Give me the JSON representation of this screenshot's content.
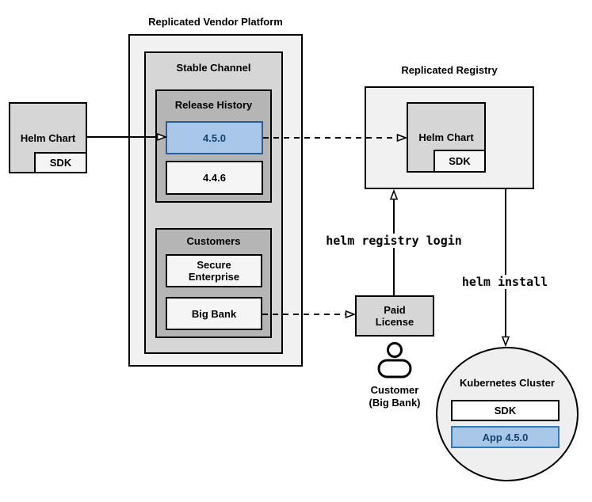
{
  "colors": {
    "background": "#ffffff",
    "frame_light_gray": "#f1f1f1",
    "frame_medium_gray": "#d6d6d6",
    "frame_dark_gray": "#b5b5b5",
    "sub_box_gray": "#f5f5f5",
    "cluster_fill": "#efefef",
    "highlight_blue_fill": "#a9c7e8",
    "highlight_blue_border": "#2a5e9b",
    "app_blue_border": "#2e79bd",
    "highlight_blue_text": "#16426e",
    "line_black": "#000000"
  },
  "source": {
    "helm_chart": "Helm Chart",
    "sdk": "SDK"
  },
  "platform": {
    "title": "Replicated Vendor Platform",
    "stable_channel": {
      "title": "Stable Channel",
      "release_history": {
        "title": "Release History",
        "releases": [
          {
            "version": "4.5.0",
            "highlighted": true
          },
          {
            "version": "4.4.6",
            "highlighted": false
          }
        ]
      },
      "customers": {
        "title": "Customers",
        "items": [
          {
            "name": "Secure\nEnterprise"
          },
          {
            "name": "Big Bank"
          }
        ]
      }
    }
  },
  "registry": {
    "title": "Replicated Registry",
    "helm_chart": "Helm Chart",
    "sdk": "SDK"
  },
  "license": {
    "label": "Paid\nLicense"
  },
  "customer": {
    "icon": "person-icon",
    "caption": "Customer\n(Big Bank)"
  },
  "cluster": {
    "title": "Kubernetes Cluster",
    "sdk": "SDK",
    "app": "App 4.5.0"
  },
  "commands": {
    "registry_login": "helm registry login",
    "install": "helm install"
  }
}
